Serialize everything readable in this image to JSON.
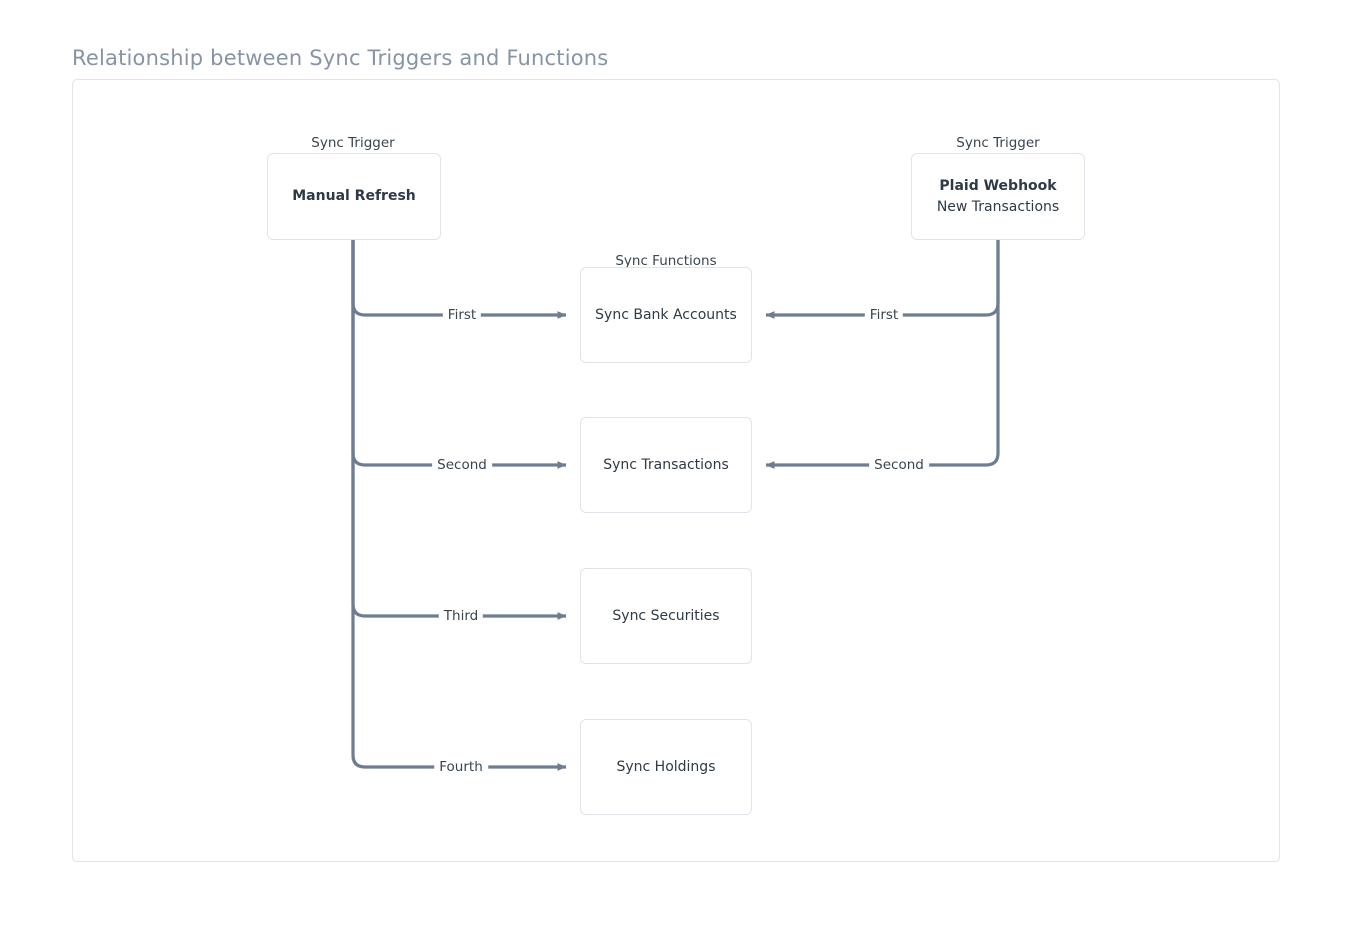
{
  "title": "Relationship between Sync Triggers and Functions",
  "groups": {
    "trigger_left_label": "Sync Trigger",
    "trigger_right_label": "Sync Trigger",
    "functions_label": "Sync Functions"
  },
  "triggers": [
    {
      "id": "manual-refresh",
      "primary": "Manual Refresh",
      "secondary": ""
    },
    {
      "id": "plaid-webhook",
      "primary": "Plaid Webhook",
      "secondary": "New Transactions"
    }
  ],
  "functions": [
    {
      "id": "sync-bank-accounts",
      "label": "Sync Bank Accounts"
    },
    {
      "id": "sync-transactions",
      "label": "Sync Transactions"
    },
    {
      "id": "sync-securities",
      "label": "Sync Securities"
    },
    {
      "id": "sync-holdings",
      "label": "Sync Holdings"
    }
  ],
  "edges": {
    "manual": [
      {
        "label": "First",
        "target": "sync-bank-accounts"
      },
      {
        "label": "Second",
        "target": "sync-transactions"
      },
      {
        "label": "Third",
        "target": "sync-securities"
      },
      {
        "label": "Fourth",
        "target": "sync-holdings"
      }
    ],
    "webhook": [
      {
        "label": "First",
        "target": "sync-bank-accounts"
      },
      {
        "label": "Second",
        "target": "sync-transactions"
      }
    ]
  },
  "colors": {
    "connector": "#6e7d91",
    "box_border": "#dfe3ea",
    "frame_border": "#dfe3ea",
    "title_text": "#8794a5",
    "node_text": "#2f3a47",
    "label_text": "#39444f",
    "background": "#ffffff"
  }
}
